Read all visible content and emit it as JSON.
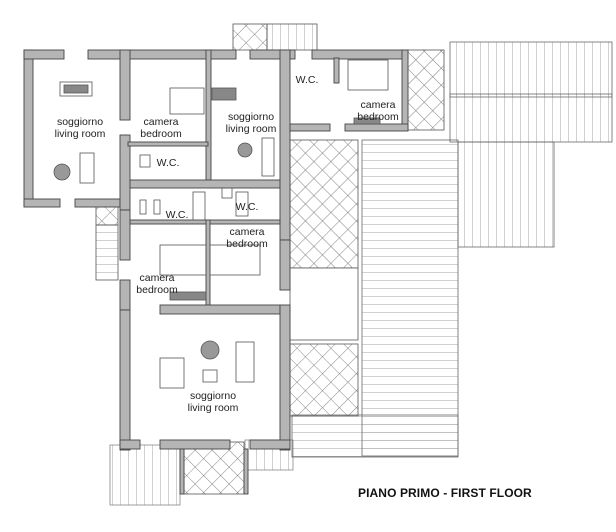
{
  "title": "PIANO PRIMO - FIRST FLOOR",
  "colors": {
    "wall": "#b5b5b5",
    "wall_outline": "#444444",
    "hatch": "#666666",
    "background": "#ffffff"
  },
  "rooms": [
    {
      "id": "living-1",
      "it": "soggiorno",
      "en": "living room"
    },
    {
      "id": "bedroom-1",
      "it": "camera",
      "en": "bedroom"
    },
    {
      "id": "living-2",
      "it": "soggiorno",
      "en": "living room"
    },
    {
      "id": "wc-1",
      "label": "W.C."
    },
    {
      "id": "bedroom-2",
      "it": "camera",
      "en": "bedroom"
    },
    {
      "id": "wc-2",
      "label": "W.C."
    },
    {
      "id": "wc-3",
      "label": "W.C."
    },
    {
      "id": "wc-4",
      "label": "W.C."
    },
    {
      "id": "bedroom-3",
      "it": "camera",
      "en": "bedroom"
    },
    {
      "id": "bedroom-4",
      "it": "camera",
      "en": "bedroom"
    },
    {
      "id": "living-3",
      "it": "soggiorno",
      "en": "living room"
    }
  ]
}
